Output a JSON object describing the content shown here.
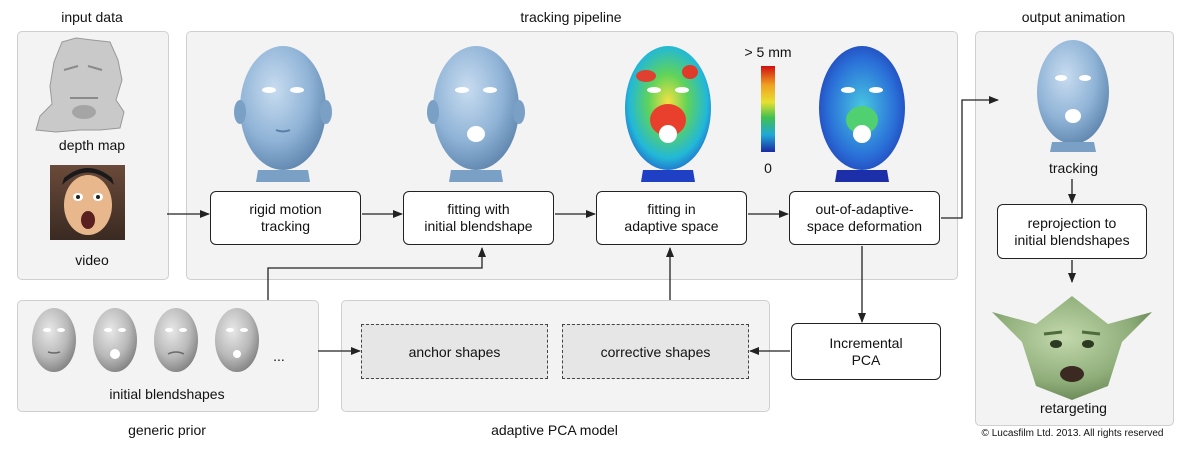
{
  "sections": {
    "input": "input data",
    "pipeline": "tracking pipeline",
    "output": "output animation",
    "prior": "generic prior",
    "pca_model": "adaptive PCA model"
  },
  "labels": {
    "depth_map": "depth map",
    "video": "video",
    "initial_blendshapes": "initial blendshapes",
    "ellipsis": "...",
    "tracking": "tracking",
    "retargeting": "retargeting",
    "scale_top": "> 5 mm",
    "scale_bottom": "0"
  },
  "boxes": {
    "rigid": "rigid motion\ntracking",
    "fit_initial": "fitting with\ninitial blendshape",
    "fit_adaptive": "fitting in\nadaptive space",
    "deformation": "out-of-adaptive-\nspace deformation",
    "reprojection": "reprojection to\ninitial blendshapes",
    "incremental": "Incremental\nPCA",
    "anchor": "anchor shapes",
    "corrective": "corrective shapes"
  },
  "copyright": "© Lucasfilm Ltd. 2013. All rights reserved",
  "colors": {
    "panel": "#f3f3f3",
    "face_blue": "#8fb3d6",
    "face_gray": "#b9b9b9",
    "yoda_green": "#8fae7a"
  }
}
